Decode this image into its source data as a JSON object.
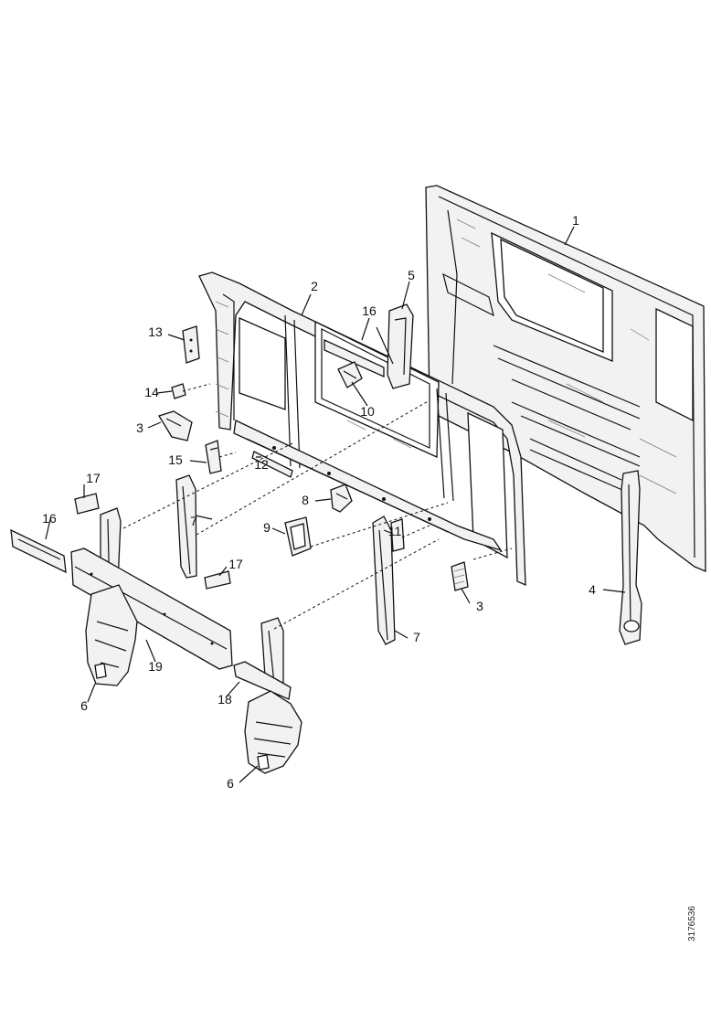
{
  "diagram": {
    "document_id": "3176536",
    "callouts": [
      {
        "label": "1",
        "part": "rear-wall-outer-panel"
      },
      {
        "label": "2",
        "part": "rear-frame"
      },
      {
        "label": "3",
        "part": "bracket-left"
      },
      {
        "label": "3",
        "part": "bracket-right"
      },
      {
        "label": "4",
        "part": "right-pillar"
      },
      {
        "label": "5",
        "part": "upper-bracket"
      },
      {
        "label": "6",
        "part": "left-mount-casting"
      },
      {
        "label": "6",
        "part": "right-mount-casting"
      },
      {
        "label": "7",
        "part": "vertical-brace-left"
      },
      {
        "label": "7",
        "part": "vertical-brace-right"
      },
      {
        "label": "8",
        "part": "hinge-bracket"
      },
      {
        "label": "9",
        "part": "frame-insert"
      },
      {
        "label": "10",
        "part": "center-fitting"
      },
      {
        "label": "11",
        "part": "small-clip"
      },
      {
        "label": "12",
        "part": "cross-strip"
      },
      {
        "label": "13",
        "part": "top-plate"
      },
      {
        "label": "14",
        "part": "fastener"
      },
      {
        "label": "15",
        "part": "small-bracket"
      },
      {
        "label": "16",
        "part": "left-rail"
      },
      {
        "label": "16",
        "part": "upper-support"
      },
      {
        "label": "17",
        "part": "pad-upper"
      },
      {
        "label": "17",
        "part": "pad-lower"
      },
      {
        "label": "18",
        "part": "lower-rail"
      },
      {
        "label": "19",
        "part": "cross-member"
      }
    ]
  }
}
